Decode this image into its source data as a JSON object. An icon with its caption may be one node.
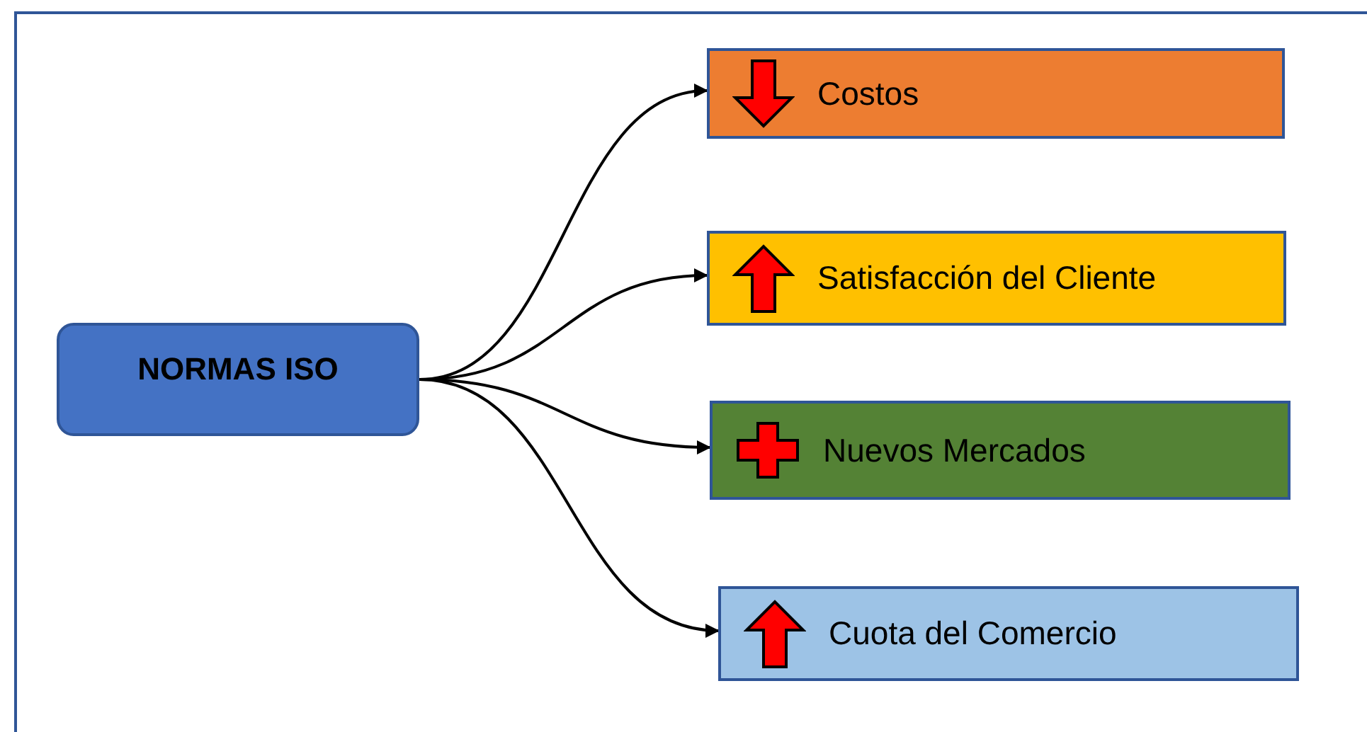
{
  "diagram": {
    "nodes": [
      {
        "text": [
          "NORMAS ISO"
        ]
      },
      {
        "text": [
          "Costos"
        ]
      },
      {
        "text": [
          "Satisfacción del Cliente"
        ]
      },
      {
        "text": [
          "Nuevos Mercados"
        ]
      },
      {
        "text": [
          "Cuota del Comercio"
        ]
      }
    ],
    "edges": [
      {
        "from": 0,
        "to": 1,
        "arrow": "to"
      },
      {
        "from": 0,
        "to": 2,
        "arrow": "to"
      },
      {
        "from": 0,
        "to": 3,
        "arrow": "to"
      },
      {
        "from": 0,
        "to": 4,
        "arrow": "to"
      }
    ]
  }
}
